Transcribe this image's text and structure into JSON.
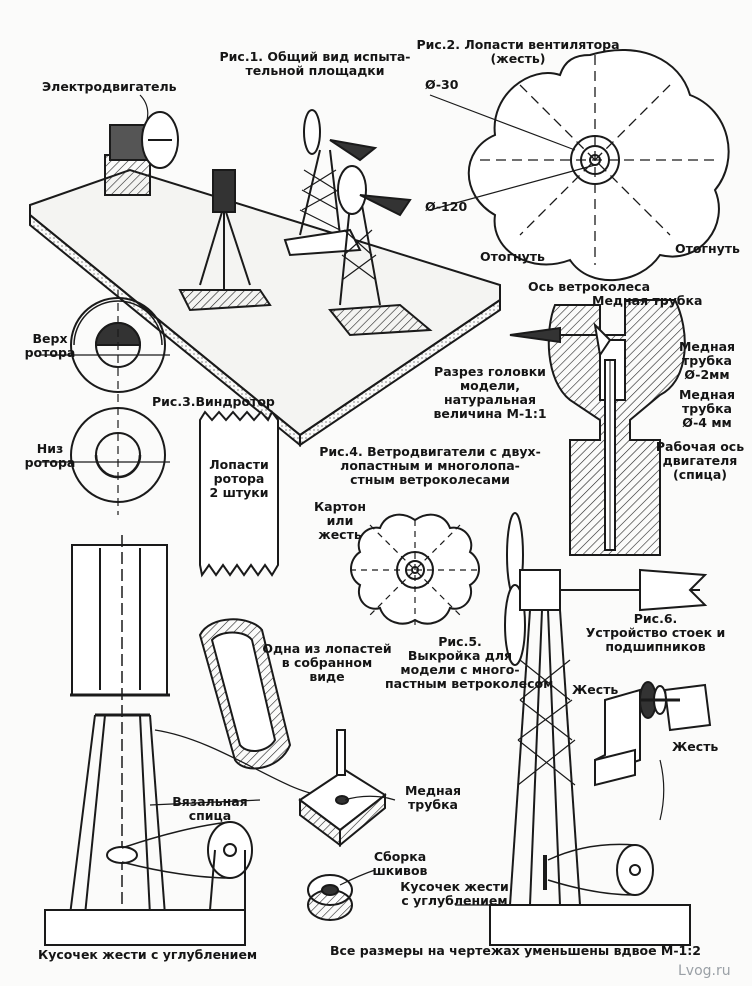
{
  "figures": {
    "fig1": {
      "line1": "Рис.1. Общий вид испыта-",
      "line2": "тельной площадки"
    },
    "fig2": {
      "line1": "Рис.2. Лопасти вентилятора",
      "line2": "(жесть)"
    },
    "fig3": {
      "title": "Рис.3.Виндротор"
    },
    "fig4": {
      "line1": "Рис.4. Ветродвигатели с двух-",
      "line2": "лопастным и многолопа-",
      "line3": "стным ветроколесами"
    },
    "fig5": {
      "line1": "Рис.5.",
      "line2": "Выкройка для",
      "line3": "модели с много-",
      "line4": "пастным ветроколесом"
    },
    "fig6": {
      "line1": "Рис.6.",
      "line2": "Устройство стоек и",
      "line3": "подшипников"
    }
  },
  "labels": {
    "motor": "Электродвигатель",
    "dia30": "Ø-30",
    "dia120": "Ø-120",
    "bend_left": "Отогнуть",
    "bend_right": "Отогнуть",
    "rotor_top_1": "Верх",
    "rotor_top_2": "ротора",
    "rotor_bottom_1": "Низ",
    "rotor_bottom_2": "ротора",
    "blades_1": "Лопасти",
    "blades_2": "ротора",
    "blades_3": "2 штуки",
    "wheel_axis": "Ось ветроколеса",
    "copper_tube": "Медная трубка",
    "copper_tube_2mm_1": "Медная",
    "copper_tube_2mm_2": "трубка",
    "copper_tube_2mm_3": "Ø-2мм",
    "copper_tube_4mm_1": "Медная",
    "copper_tube_4mm_2": "трубка",
    "copper_tube_4mm_3": "Ø-4 мм",
    "section_1": "Разрез головки",
    "section_2": "модели,",
    "section_3": "натуральная",
    "section_4": "величина М-1:1",
    "work_axis_1": "Рабочая ось",
    "work_axis_2": "двигателя",
    "work_axis_3": "(спица)",
    "cardboard_1": "Картон",
    "cardboard_2": "или",
    "cardboard_3": "жесть",
    "assembled_1": "Одна из лопастей",
    "assembled_2": "в собранном",
    "assembled_3": "виде",
    "tin_left": "Жесть",
    "tin_right": "Жесть",
    "knitting_1": "Вязальная",
    "knitting_2": "спица",
    "copper_tube_b1": "Медная",
    "copper_tube_b2": "трубка",
    "pulley_1": "Сборка",
    "pulley_2": "шкивов",
    "tin_piece_left": "Кусочек жести с углублением",
    "tin_piece_right_1": "Кусочек жести",
    "tin_piece_right_2": "с углублением",
    "scale_note": "Все размеры на чертежах уменьшены вдвое  М-1:2",
    "watermark": "Lvog.ru"
  }
}
